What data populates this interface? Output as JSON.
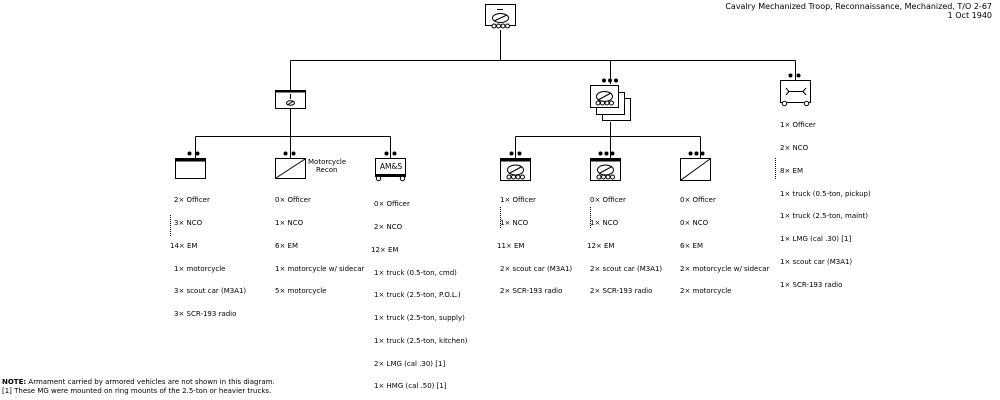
{
  "title": {
    "line1": "Cavalry Mechanized Troop, Reconnaissance, Mechanized, T/O 2-67",
    "line2": "1 Oct 1940"
  },
  "units": {
    "hq_section": {
      "lines": [
        "2× Officer",
        "3× NCO",
        "14× EM",
        "1× motorcycle",
        "3× scout car (M3A1)",
        "3× SCR-193 radio"
      ]
    },
    "motorcycle_recon": {
      "label_line1": "Motorcycle",
      "label_line2": "Recon",
      "lines": [
        "0× Officer",
        "1× NCO",
        "6× EM",
        "1× motorcycle w/ sidecar",
        "5× motorcycle"
      ]
    },
    "ams": {
      "box_text": "AM&S",
      "lines": [
        "0× Officer",
        "2× NCO",
        "12× EM",
        "1× truck (0.5-ton, cmd)",
        "1× truck (2.5-ton, P.O.L.)",
        "1× truck (2.5-ton, supply)",
        "1× truck (2.5-ton, kitchen)",
        "2× LMG (cal .30) [1]",
        "1× HMG (cal .50) [1]"
      ]
    },
    "platoon_hq": {
      "lines": [
        "1× Officer",
        "1× NCO",
        "11× EM",
        "2× scout car (M3A1)",
        "2× SCR-193 radio"
      ]
    },
    "scout_section": {
      "lines": [
        "0× Officer",
        "1× NCO",
        "12× EM",
        "2× scout car (M3A1)",
        "2× SCR-193 radio"
      ]
    },
    "motorcycle_section": {
      "lines": [
        "0× Officer",
        "0× NCO",
        "6× EM",
        "2× motorcycle w/ sidecar",
        "2× motorcycle"
      ]
    },
    "maintenance": {
      "lines": [
        "1× Officer",
        "2× NCO",
        "8× EM",
        "1× truck (0.5-ton, pickup)",
        "1× truck (2.5-ton, maint)",
        "1× LMG (cal .30) [1]",
        "1× scout car (M3A1)",
        "1× SCR-193 radio"
      ]
    }
  },
  "notes": {
    "label": "NOTE:",
    "text": "Armament carried by armored vehicles are not shown in this diagram.",
    "footnote": "[1] These MG were mounted on ring mounts of the 2.5-ton or heavier trucks."
  }
}
